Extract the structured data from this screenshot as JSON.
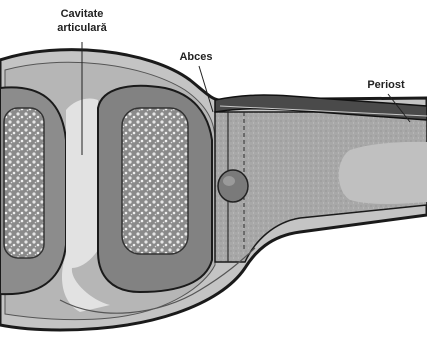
{
  "labels": {
    "joint_cavity_line1": "Cavitate",
    "joint_cavity_line2": "articulară",
    "abscess": "Abces",
    "periosteum": "Periost"
  },
  "colors": {
    "cartilage": "#b9b9b9",
    "marrow_fill": "#7a7a7a",
    "bone_texture": "#9a9a9a",
    "shaft": "#a6a6a6",
    "outline": "#1a1a1a",
    "cavity": "#e0e0e0",
    "periosteum_band": "#3a3a3a"
  }
}
